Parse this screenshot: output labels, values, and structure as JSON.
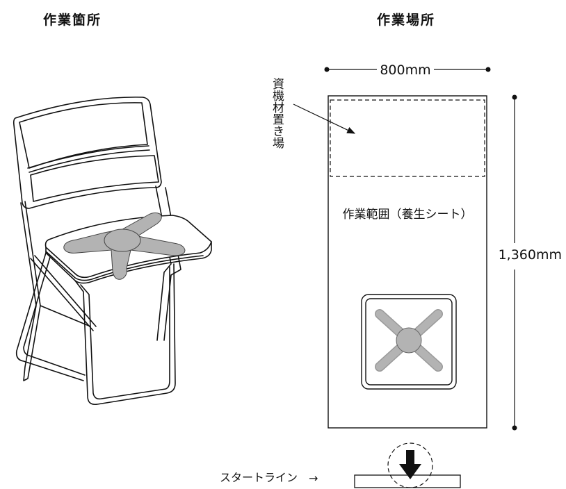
{
  "headings": {
    "left": "作業箇所",
    "right": "作業場所"
  },
  "workspace": {
    "width_label": "800mm",
    "height_label": "1,360mm",
    "storage_label": "資機材置き場",
    "area_label": "作業範囲（養生シート）"
  },
  "start_line": {
    "label": "スタートライン",
    "arrow": "→"
  },
  "colors": {
    "line": "#111111",
    "part_fill": "#b3b3b3"
  },
  "icons": [
    "folding-chair-icon",
    "cross-spider-part-icon",
    "down-arrow-icon"
  ]
}
